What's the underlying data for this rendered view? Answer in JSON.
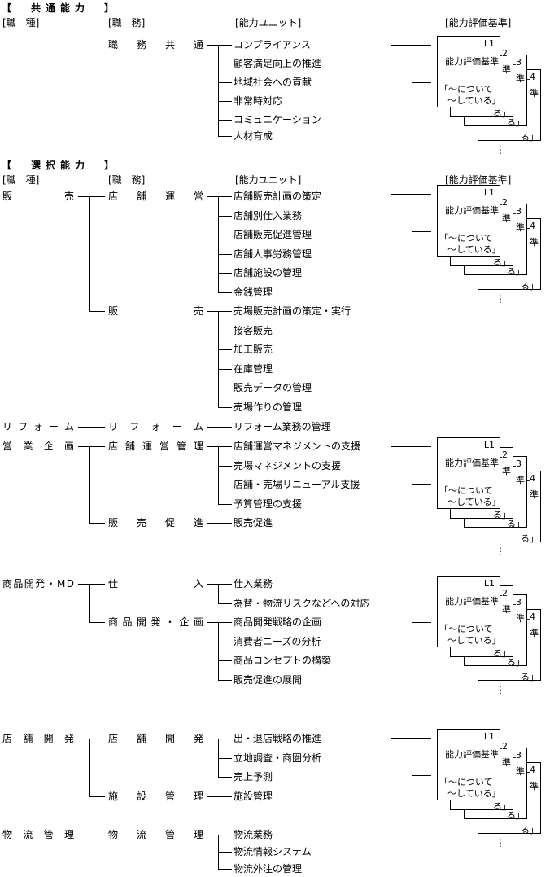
{
  "sections": {
    "common": "【　共通能力　】",
    "selective": "【　選択能力　】"
  },
  "headers": {
    "job_type": "[職　種]",
    "duty": "[職　務]",
    "unit": "[能力ユニット]",
    "criteria": "[能力評価基準]"
  },
  "card": {
    "levels": [
      "L1",
      "L2",
      "L3",
      "L4"
    ],
    "title": "能力評価基準",
    "quote_line1": "「～について",
    "quote_line2": "～している」",
    "peek_text": "準",
    "peek_end": "る」",
    "more": "⋮"
  },
  "common": {
    "duty": "職務共通",
    "units": [
      "コンプライアンス",
      "顧客満足向上の推進",
      "地域社会への貢献",
      "非常時対応",
      "コミュニケーション",
      "人材育成"
    ]
  },
  "groups": [
    {
      "job": "販売",
      "duties": [
        {
          "name": "店舗運営",
          "units": [
            "店舗販売計画の策定",
            "店舗別仕入業務",
            "店舗販売促進管理",
            "店舗人事労務管理",
            "店舗施設の管理",
            "金銭管理"
          ]
        },
        {
          "name": "販売",
          "units": [
            "売場販売計画の策定・実行",
            "接客販売",
            "加工販売",
            "在庫管理",
            "販売データの管理",
            "売場作りの管理"
          ]
        }
      ]
    },
    {
      "job": "リフォーム",
      "duties": [
        {
          "name": "リフォーム",
          "units": [
            "リフォーム業務の管理"
          ]
        }
      ]
    },
    {
      "job": "営業企画",
      "duties": [
        {
          "name": "店舗運営管理",
          "units": [
            "店舗運営マネジメントの支援",
            "売場マネジメントの支援",
            "店舗・売場リニューアル支援",
            "予算管理の支援"
          ]
        },
        {
          "name": "販売促進",
          "units": [
            "販売促進"
          ]
        }
      ]
    },
    {
      "job": "商品開発・MD",
      "duties": [
        {
          "name": "仕入",
          "units": [
            "仕入業務",
            "為替・物流リスクなどへの対応"
          ]
        },
        {
          "name": "商品開発・企画",
          "units": [
            "商品開発戦略の企画",
            "消費者ニーズの分析",
            "商品コンセプトの構築",
            "販売促進の展開"
          ]
        }
      ]
    },
    {
      "job": "店舗開発",
      "duties": [
        {
          "name": "店舗開発",
          "units": [
            "出・退店戦略の推進",
            "立地調査・商圏分析",
            "売上予測"
          ]
        },
        {
          "name": "施設管理",
          "units": [
            "施設管理"
          ]
        }
      ]
    },
    {
      "job": "物流管理",
      "duties": [
        {
          "name": "物流管理",
          "units": [
            "物流業務",
            "物流情報システム",
            "物流外注の管理"
          ]
        }
      ]
    }
  ]
}
